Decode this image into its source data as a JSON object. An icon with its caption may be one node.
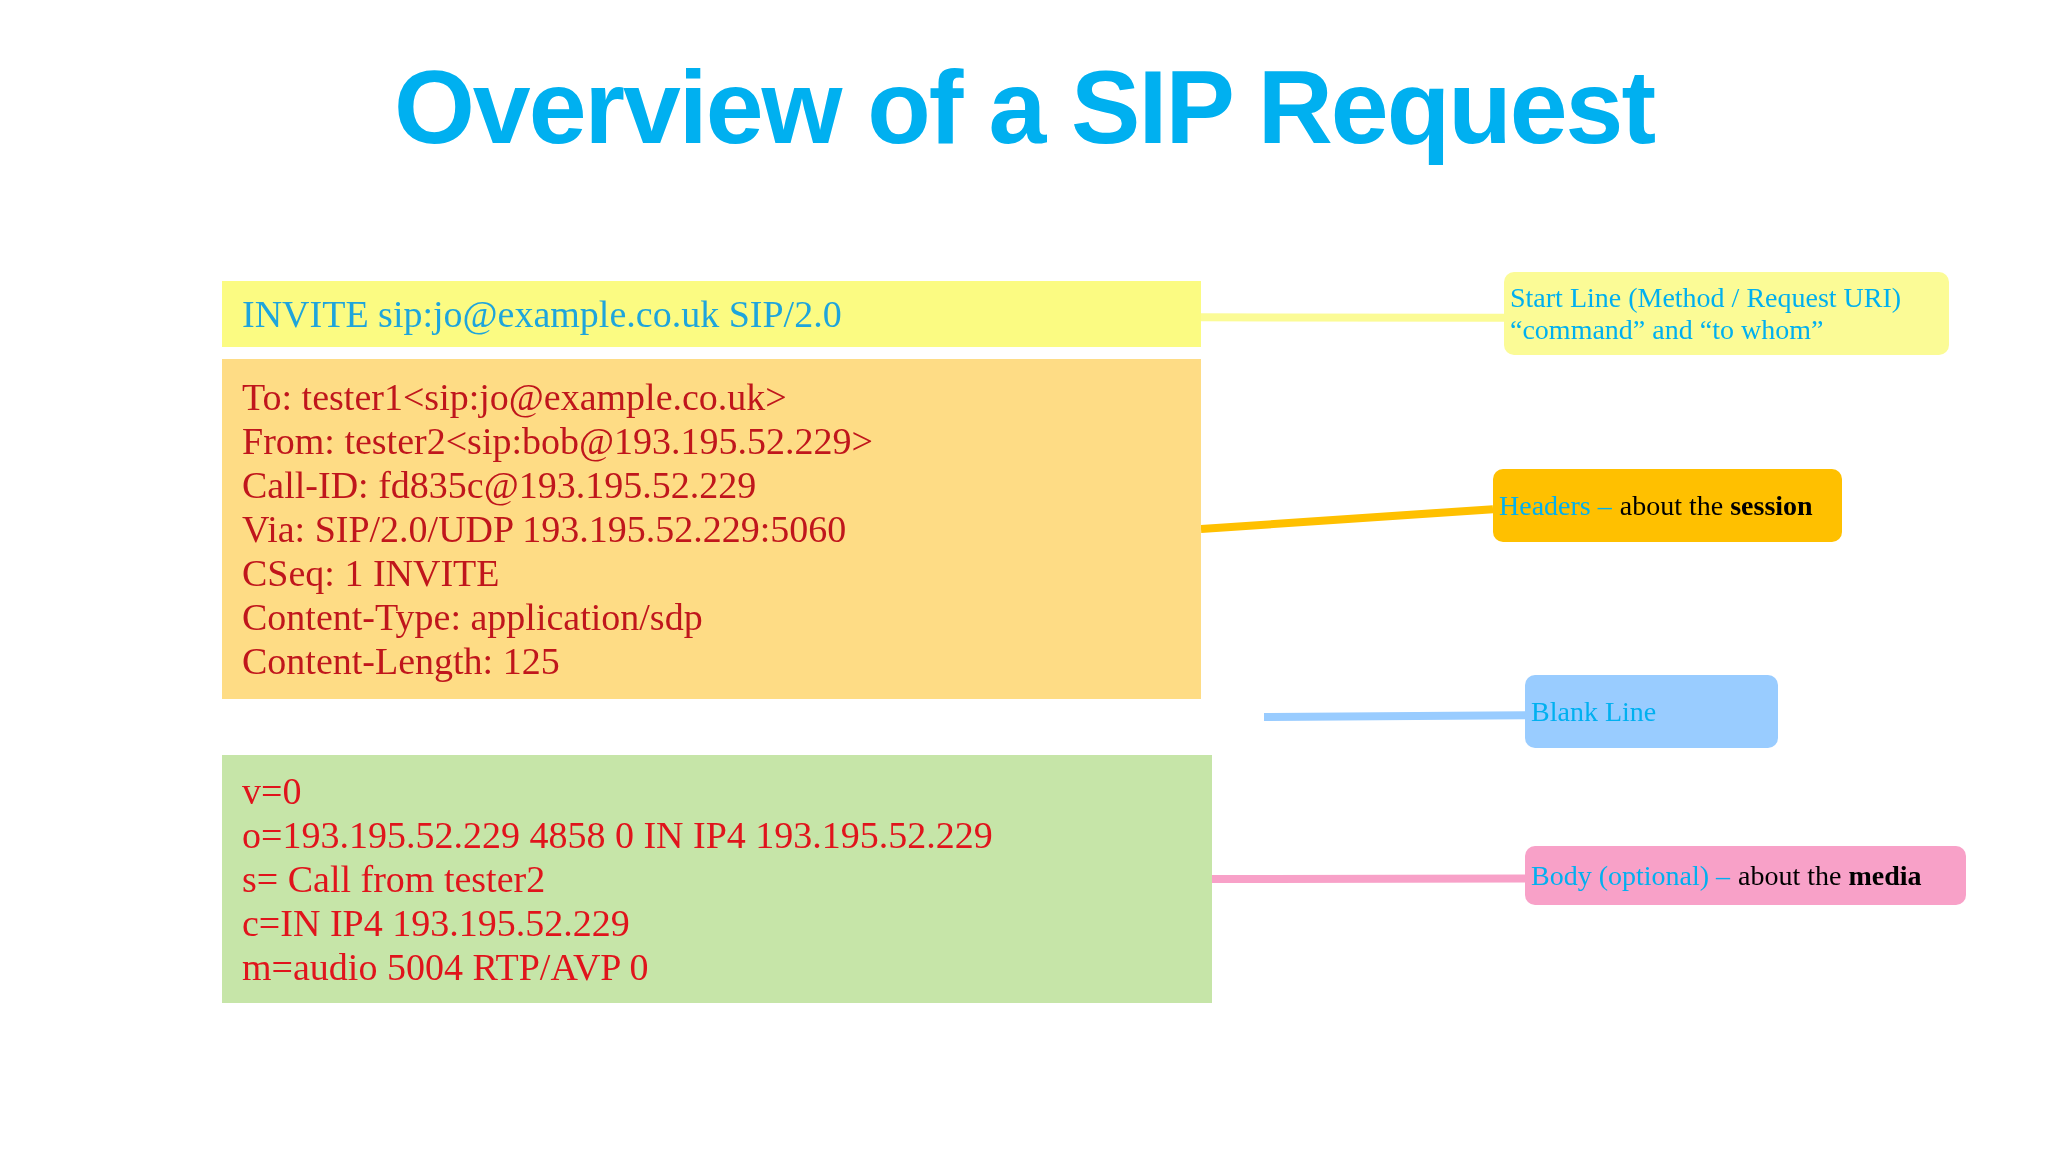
{
  "diagram": {
    "title": "Overview of a SIP Request",
    "nodes": [
      {
        "text": [
          "INVITE sip:jo@example.co.uk SIP/2.0"
        ]
      },
      {
        "text": [
          "Start Line (Method / Request URI)",
          "“command” and “to whom”"
        ]
      },
      {
        "text": [
          "To: tester1<sip:jo@example.co.uk>",
          "From: tester2<sip:bob@193.195.52.229>",
          "Call-ID: fd835c@193.195.52.229",
          "Via: SIP/2.0/UDP 193.195.52.229:5060",
          "CSeq: 1 INVITE",
          "Content-Type: application/sdp",
          "Content-Length: 125"
        ]
      },
      {
        "text": [
          "Headers –",
          "about the **session**"
        ]
      },
      {
        "text": [
          "Blank Line"
        ]
      },
      {
        "text": [
          "v=0",
          "o=193.195.52.229 4858 0 IN IP4 193.195.52.229",
          "s= Call from tester2",
          "c=IN IP4 193.195.52.229",
          "m=audio 5004 RTP/AVP 0"
        ]
      },
      {
        "text": [
          "Body (optional) –",
          "about the **media**"
        ]
      }
    ],
    "edges": [
      {
        "from": 1,
        "to": 0,
        "arrow": "none",
        "color": "#fbfb96"
      },
      {
        "from": 3,
        "to": 2,
        "arrow": "none",
        "color": "#ffc000"
      },
      {
        "from": 4,
        "to": null,
        "arrow": "none",
        "color": "#99ccff"
      },
      {
        "from": 6,
        "to": 5,
        "arrow": "none",
        "color": "#f8a1c8"
      }
    ]
  }
}
